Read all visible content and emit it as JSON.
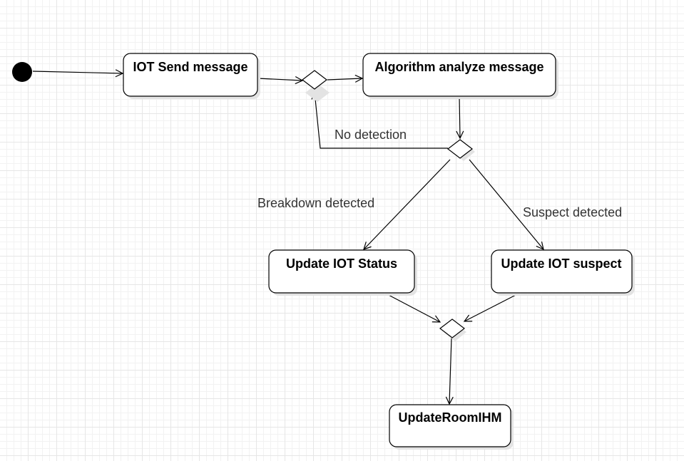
{
  "diagram": {
    "type": "activity-diagram",
    "colors": {
      "stroke": "#000000",
      "node_fill": "#ffffff",
      "shadow": "#e0e0e0",
      "label_text": "#333333"
    },
    "nodes": {
      "start": {
        "kind": "initial"
      },
      "iot_send": {
        "kind": "action",
        "label": "IOT Send message"
      },
      "merge_loop": {
        "kind": "decision"
      },
      "algo_analyze": {
        "kind": "action",
        "label": "Algorithm analyze message"
      },
      "decision_detect": {
        "kind": "decision"
      },
      "update_status": {
        "kind": "action",
        "label": "Update IOT Status"
      },
      "update_suspect": {
        "kind": "action",
        "label": "Update IOT suspect"
      },
      "merge_final": {
        "kind": "decision"
      },
      "update_room": {
        "kind": "action",
        "label": "UpdateRoomIHM"
      }
    },
    "edges": [
      {
        "from": "start",
        "to": "iot_send",
        "label": ""
      },
      {
        "from": "iot_send",
        "to": "merge_loop",
        "label": ""
      },
      {
        "from": "merge_loop",
        "to": "algo_analyze",
        "label": ""
      },
      {
        "from": "algo_analyze",
        "to": "decision_detect",
        "label": ""
      },
      {
        "from": "decision_detect",
        "to": "merge_loop",
        "label": "No detection"
      },
      {
        "from": "decision_detect",
        "to": "update_status",
        "label": "Breakdown detected"
      },
      {
        "from": "decision_detect",
        "to": "update_suspect",
        "label": "Suspect detected"
      },
      {
        "from": "update_status",
        "to": "merge_final",
        "label": ""
      },
      {
        "from": "update_suspect",
        "to": "merge_final",
        "label": ""
      },
      {
        "from": "merge_final",
        "to": "update_room",
        "label": ""
      }
    ]
  }
}
